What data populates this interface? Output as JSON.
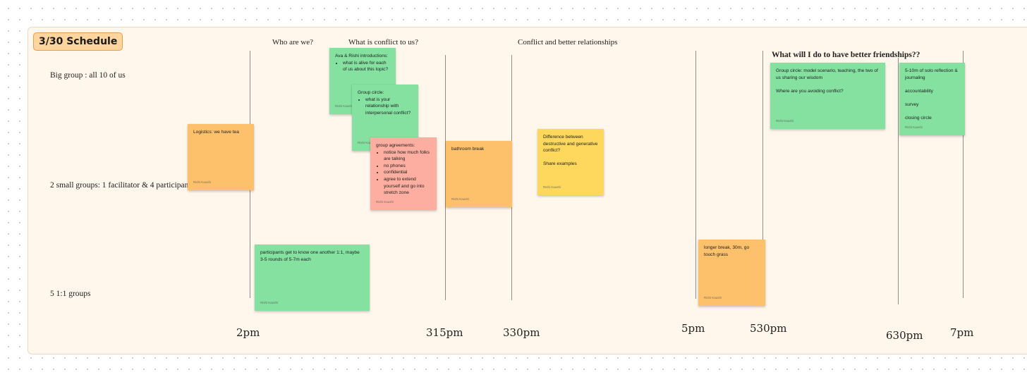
{
  "board": {
    "title": "3/30 Schedule",
    "row_labels": {
      "big_group": "Big group : all 10 of us",
      "small_groups": "2 small groups: 1 facilitator & 4 participants",
      "one_on_one": "5 1:1 groups"
    },
    "section_labels": {
      "who": "Who are we?",
      "conflict": "What is conflict to us?",
      "relationships": "Conflict and better relationships",
      "friendships": "What will I do to have better friendships??"
    },
    "time_labels": {
      "t2pm": "2pm",
      "t315": "315pm",
      "t330": "330pm",
      "t5pm": "5pm",
      "t530": "530pm",
      "t630": "630pm",
      "t7pm": "7pm"
    }
  },
  "stickies": {
    "logistics": {
      "text": "Logistics: we have tea",
      "author": "Rishi Kaushi",
      "color": "#fec16b"
    },
    "introductions": {
      "title": "Ava & Rishi introductions:",
      "bullets": [
        "what is alive for each of us about this topic?"
      ],
      "author": "Rishi Kaushi",
      "color": "#84e1a0"
    },
    "group_circle": {
      "title": "Group circle:",
      "bullets": [
        "what is your relationship with interpersonal conflict?"
      ],
      "author": "Rishi Kaushi",
      "color": "#84e1a0"
    },
    "agreements": {
      "title": "group agreements:",
      "bullets": [
        "notice how much folks are talking",
        "no phones",
        "confidential",
        "agree to extend yourself and go into stretch zone"
      ],
      "author": "Rishi Kaushi",
      "color": "#fdaea0"
    },
    "participants": {
      "text": "participants get to know one another 1:1, maybe 3-5 rounds of 5-7m each",
      "author": "Rishi Kaushi",
      "color": "#84e1a0"
    },
    "bathroom": {
      "text": "bathroom break",
      "author": "Rishi Kaushi",
      "color": "#fec16b"
    },
    "difference": {
      "line1": "Difference between destructive and generative conflict?",
      "line2": "Share examples",
      "author": "Rishi Kaushi",
      "color": "#fdd85c"
    },
    "longer_break": {
      "text": "longer break, 30m, go touch grass",
      "author": "Rishi Kaushi",
      "color": "#fec16b"
    },
    "group_circle_2": {
      "line1": "Group circle: model scenario, teaching, the two of us sharing our wisdom",
      "line2": "Where are you avoiding conflict?",
      "author": "Rishi Kaushi",
      "color": "#84e1a0"
    },
    "solo": {
      "line1": "5-10m of solo reflection & journaling",
      "line2": "accountability",
      "line3": "survey",
      "line4": "closing circle",
      "author": "Rishi Kaushi",
      "color": "#84e1a0"
    }
  }
}
